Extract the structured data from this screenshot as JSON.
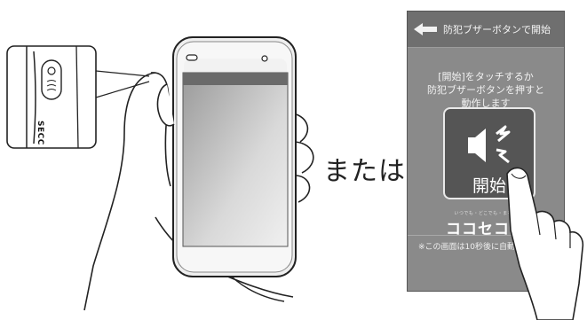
{
  "center": {
    "or_label": "または"
  },
  "zoom_inset": {
    "brand_text": "SECC"
  },
  "app_screen": {
    "title": "防犯ブザーボタンで開始",
    "instruction_lines": [
      "[開始]をタッチするか",
      "防犯ブザーボタンを押すと",
      "動作します"
    ],
    "start_button_label": "開始",
    "logo_subtext": "いつでも・どこでも・まもる",
    "logo": "ココセコム",
    "note": "※この画面は10秒後に自動で消えます"
  },
  "icons": [
    "back-arrow-icon",
    "speaker-alarm-icon",
    "hand-icon",
    "touching-hand-icon",
    "phone-icon"
  ],
  "colors": {
    "screen_bg": "#8a8a8a",
    "button_bg": "#555555",
    "phone_display": "#bdbdbd"
  }
}
